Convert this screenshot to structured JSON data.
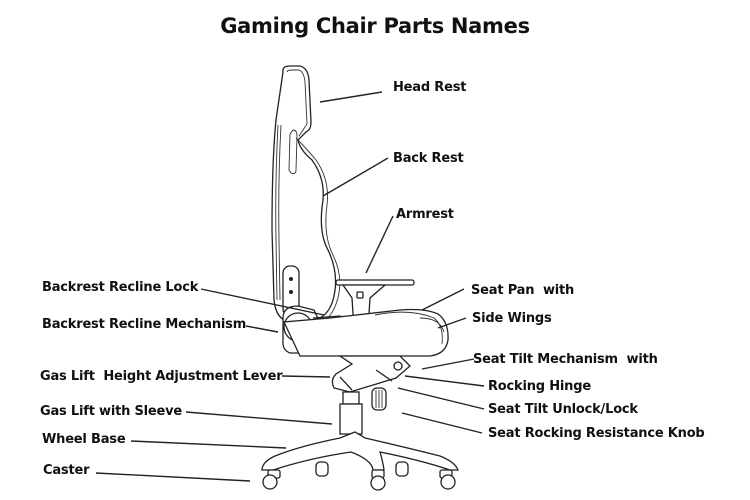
{
  "title": "Gaming Chair Parts Names",
  "labels": {
    "head_rest": "Head Rest",
    "back_rest": "Back Rest",
    "armrest": "Armrest",
    "backrest_recline_lock": "Backrest Recline Lock",
    "backrest_recline_mechanism": "Backrest Recline Mechanism",
    "seat_pan_line1": "Seat Pan  with",
    "seat_pan_line2": "Side Wings",
    "seat_tilt_mechanism": "Seat Tilt Mechanism  with",
    "rocking_hinge": "Rocking Hinge",
    "seat_tilt_unlock": "Seat Tilt Unlock/Lock",
    "seat_rocking_knob": "Seat Rocking Resistance Knob",
    "gas_lift_lever": "Gas Lift  Height Adjustment Lever",
    "gas_lift_sleeve": "Gas Lift with Sleeve",
    "wheel_base": "Wheel Base",
    "caster": "Caster"
  },
  "colors": {
    "ink": "#111111",
    "background": "#ffffff"
  }
}
